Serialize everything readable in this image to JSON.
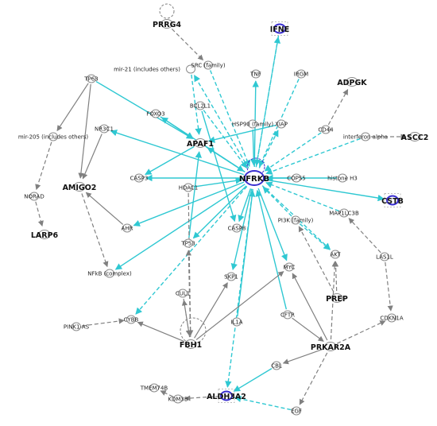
{
  "colors": {
    "cyan": "#2fc8d2",
    "gray": "#808080",
    "node_fill": "#ffffff",
    "node_stroke": "#8c8c8c",
    "highlight": "#3a2fd0"
  },
  "nodes": [
    {
      "id": "PRRG4",
      "label": "PRRG4",
      "bold": true,
      "shape": "blob"
    },
    {
      "id": "IFNE",
      "label": "IFNE",
      "bold": true,
      "shape": "blob",
      "highlight": true
    },
    {
      "id": "mir21",
      "label": "mir-21 (includes others)",
      "shape": "blob"
    },
    {
      "id": "SRC",
      "label": "SRC (family)",
      "shape": "blob"
    },
    {
      "id": "TNF",
      "label": "TNF",
      "shape": "blob"
    },
    {
      "id": "IRGM",
      "label": "IRGM",
      "shape": "blob"
    },
    {
      "id": "TP63",
      "label": "TP63",
      "shape": "blob"
    },
    {
      "id": "ADPGK",
      "label": "ADPGK",
      "bold": true,
      "shape": "blob"
    },
    {
      "id": "BCL2L1",
      "label": "BCL2L1",
      "shape": "blob"
    },
    {
      "id": "FOXO3",
      "label": "FOXO3",
      "shape": "blob"
    },
    {
      "id": "HSP90",
      "label": "HSP90 (family)",
      "shape": "blob"
    },
    {
      "id": "XIAP",
      "label": "XIAP",
      "shape": "blob"
    },
    {
      "id": "CD44",
      "label": "CD44",
      "shape": "blob"
    },
    {
      "id": "NR3C1",
      "label": "NR3C1",
      "shape": "blob"
    },
    {
      "id": "APAF1",
      "label": "APAF1",
      "bold": true,
      "shape": "blob"
    },
    {
      "id": "IFNA",
      "label": "interferon alpha",
      "shape": "blob"
    },
    {
      "id": "ASCC2",
      "label": "ASCC2",
      "bold": true,
      "shape": "blob"
    },
    {
      "id": "mir205",
      "label": "mir-205 (includes others)",
      "shape": "blob"
    },
    {
      "id": "CASP3",
      "label": "CASP3",
      "shape": "blob"
    },
    {
      "id": "NFRKB",
      "label": "NFRKB",
      "bold": true,
      "hub": true,
      "shape": "blob",
      "highlight": true
    },
    {
      "id": "COPS5",
      "label": "COPS5",
      "shape": "blob"
    },
    {
      "id": "HISTH3",
      "label": "histone H3",
      "shape": "blob"
    },
    {
      "id": "AMIGO2",
      "label": "AMIGO2",
      "bold": true,
      "shape": "blob"
    },
    {
      "id": "HDAC1",
      "label": "HDAC1",
      "shape": "blob"
    },
    {
      "id": "CSTB",
      "label": "CSTB",
      "bold": true,
      "shape": "blob",
      "highlight": true
    },
    {
      "id": "NORAD",
      "label": "NORAD",
      "shape": "blob"
    },
    {
      "id": "MAP1LC3B",
      "label": "MAP1LC3B",
      "shape": "blob"
    },
    {
      "id": "AHR",
      "label": "AHR",
      "shape": "blob"
    },
    {
      "id": "PI3K",
      "label": "PI3K (family)",
      "shape": "blob"
    },
    {
      "id": "CASP8",
      "label": "CASP8",
      "shape": "blob"
    },
    {
      "id": "LARP6",
      "label": "LARP6",
      "bold": true,
      "shape": "blob"
    },
    {
      "id": "TP53",
      "label": "TP53",
      "shape": "blob"
    },
    {
      "id": "AKT",
      "label": "AKT",
      "shape": "blob"
    },
    {
      "id": "LAS1L",
      "label": "LAS1L",
      "shape": "blob"
    },
    {
      "id": "NFKB",
      "label": "NFkB (complex)",
      "shape": "blob"
    },
    {
      "id": "MYC",
      "label": "MYC",
      "shape": "blob"
    },
    {
      "id": "SKP1",
      "label": "SKP1",
      "shape": "blob"
    },
    {
      "id": "PREP",
      "label": "PREP",
      "bold": true,
      "shape": "blob"
    },
    {
      "id": "CUL1",
      "label": "CUL1",
      "shape": "blob"
    },
    {
      "id": "PINK1AS",
      "label": "PINK1-AS",
      "shape": "blob"
    },
    {
      "id": "CYBB",
      "label": "CYBB",
      "shape": "blob"
    },
    {
      "id": "CFTR",
      "label": "CFTR",
      "shape": "blob"
    },
    {
      "id": "IL1A",
      "label": "IL1A",
      "shape": "blob"
    },
    {
      "id": "CDKN1A",
      "label": "CDKN1A",
      "shape": "blob"
    },
    {
      "id": "FBH1",
      "label": "FBH1",
      "bold": true,
      "shape": "blob"
    },
    {
      "id": "PRKAR2A",
      "label": "PRKAR2A",
      "bold": true,
      "shape": "blob"
    },
    {
      "id": "CBL",
      "label": "CBL",
      "shape": "blob"
    },
    {
      "id": "TMEM74B",
      "label": "TMEM74B",
      "shape": "blob"
    },
    {
      "id": "KDM3B",
      "label": "KDM3B",
      "shape": "blob"
    },
    {
      "id": "ALDH3A2",
      "label": "ALDH3A2",
      "bold": true,
      "shape": "blob",
      "highlight": true
    },
    {
      "id": "EGF",
      "label": "EGF",
      "shape": "blob"
    }
  ],
  "edges": [
    {
      "s": "NFRKB",
      "t": "IFNE",
      "c": "cyan",
      "d": true
    },
    {
      "s": "IFNE",
      "t": "NFRKB",
      "c": "cyan",
      "d": true
    },
    {
      "s": "NFRKB",
      "t": "TNF",
      "c": "cyan"
    },
    {
      "s": "IRGM",
      "t": "NFRKB",
      "c": "cyan",
      "d": true
    },
    {
      "s": "NFRKB",
      "t": "mir21",
      "c": "cyan",
      "d": true
    },
    {
      "s": "SRC",
      "t": "NFRKB",
      "c": "cyan",
      "d": true
    },
    {
      "s": "BCL2L1",
      "t": "NFRKB",
      "c": "cyan",
      "d": true
    },
    {
      "s": "NFRKB",
      "t": "FOXO3",
      "c": "cyan"
    },
    {
      "s": "HSP90",
      "t": "NFRKB",
      "c": "cyan"
    },
    {
      "s": "NFRKB",
      "t": "XIAP",
      "c": "cyan",
      "d": true
    },
    {
      "s": "CD44",
      "t": "NFRKB",
      "c": "cyan",
      "d": true
    },
    {
      "s": "NFRKB",
      "t": "APAF1",
      "c": "cyan"
    },
    {
      "s": "APAF1",
      "t": "NFRKB",
      "c": "cyan",
      "d": true
    },
    {
      "s": "IFNA",
      "t": "NFRKB",
      "c": "cyan",
      "d": true
    },
    {
      "s": "NFRKB",
      "t": "CASP3",
      "c": "cyan"
    },
    {
      "s": "COPS5",
      "t": "NFRKB",
      "c": "cyan"
    },
    {
      "s": "HISTH3",
      "t": "NFRKB",
      "c": "cyan"
    },
    {
      "s": "NFRKB",
      "t": "NR3C1",
      "c": "cyan"
    },
    {
      "s": "HDAC1",
      "t": "NFRKB",
      "c": "cyan"
    },
    {
      "s": "NFRKB",
      "t": "CSTB",
      "c": "cyan"
    },
    {
      "s": "MAP1LC3B",
      "t": "NFRKB",
      "c": "cyan",
      "d": true
    },
    {
      "s": "NFRKB",
      "t": "AHR",
      "c": "cyan"
    },
    {
      "s": "PI3K",
      "t": "NFRKB",
      "c": "cyan",
      "d": true
    },
    {
      "s": "NFRKB",
      "t": "CASP8",
      "c": "cyan"
    },
    {
      "s": "NFRKB",
      "t": "TP53",
      "c": "cyan"
    },
    {
      "s": "NFRKB",
      "t": "AKT",
      "c": "cyan",
      "d": true
    },
    {
      "s": "NFRKB",
      "t": "NFKB",
      "c": "cyan"
    },
    {
      "s": "NFRKB",
      "t": "MYC",
      "c": "cyan"
    },
    {
      "s": "NFRKB",
      "t": "SKP1",
      "c": "cyan"
    },
    {
      "s": "NFRKB",
      "t": "CYBB",
      "c": "cyan",
      "d": true
    },
    {
      "s": "CFTR",
      "t": "NFRKB",
      "c": "cyan"
    },
    {
      "s": "IL1A",
      "t": "NFRKB",
      "c": "cyan"
    },
    {
      "s": "NFRKB",
      "t": "ALDH3A2",
      "c": "cyan",
      "d": true
    },
    {
      "s": "TP53",
      "t": "APAF1",
      "c": "cyan"
    },
    {
      "s": "FOXO3",
      "t": "APAF1",
      "c": "cyan"
    },
    {
      "s": "XIAP",
      "t": "APAF1",
      "c": "cyan"
    },
    {
      "s": "APAF1",
      "t": "CASP3",
      "c": "cyan"
    },
    {
      "s": "BCL2L1",
      "t": "CASP8",
      "c": "cyan"
    },
    {
      "s": "mir21",
      "t": "APAF1",
      "c": "cyan",
      "d": true
    },
    {
      "s": "TP63",
      "t": "APAF1",
      "c": "cyan"
    },
    {
      "s": "PI3K",
      "t": "AKT",
      "c": "cyan",
      "d": true
    },
    {
      "s": "CBL",
      "t": "ALDH3A2",
      "c": "cyan"
    },
    {
      "s": "EGF",
      "t": "ALDH3A2",
      "c": "cyan",
      "d": true
    },
    {
      "s": "PRRG4",
      "t": "SRC",
      "c": "gray",
      "d": true
    },
    {
      "s": "TP63",
      "t": "mir205",
      "c": "gray"
    },
    {
      "s": "TP63",
      "t": "AMIGO2",
      "c": "gray"
    },
    {
      "s": "NR3C1",
      "t": "AMIGO2",
      "c": "gray"
    },
    {
      "s": "AHR",
      "t": "AMIGO2",
      "c": "gray"
    },
    {
      "s": "AMIGO2",
      "t": "NFKB",
      "c": "gray",
      "d": true
    },
    {
      "s": "mir205",
      "t": "NORAD",
      "c": "gray",
      "d": true
    },
    {
      "s": "NORAD",
      "t": "LARP6",
      "c": "gray",
      "d": true
    },
    {
      "s": "CD44",
      "t": "ADPGK",
      "c": "gray",
      "d": true
    },
    {
      "s": "IFNA",
      "t": "ASCC2",
      "c": "gray",
      "d": true
    },
    {
      "s": "LAS1L",
      "t": "MAP1LC3B",
      "c": "gray",
      "d": true
    },
    {
      "s": "LAS1L",
      "t": "CDKN1A",
      "c": "gray",
      "d": true
    },
    {
      "s": "PREP",
      "t": "AKT",
      "c": "gray",
      "d": true
    },
    {
      "s": "PREP",
      "t": "PI3K",
      "c": "gray",
      "d": true
    },
    {
      "s": "FBH1",
      "t": "MYC",
      "c": "gray"
    },
    {
      "s": "FBH1",
      "t": "SKP1",
      "c": "gray"
    },
    {
      "s": "FBH1",
      "t": "CUL1",
      "c": "gray",
      "d": true
    },
    {
      "s": "CUL1",
      "t": "FBH1",
      "c": "gray",
      "d": true
    },
    {
      "s": "FBH1",
      "t": "TP53",
      "c": "gray",
      "d": true
    },
    {
      "s": "HDAC1",
      "t": "FBH1",
      "c": "gray",
      "d": true
    },
    {
      "s": "FBH1",
      "t": "CYBB",
      "c": "gray"
    },
    {
      "s": "PINK1AS",
      "t": "CYBB",
      "c": "gray",
      "d": true
    },
    {
      "s": "PRKAR2A",
      "t": "MYC",
      "c": "gray"
    },
    {
      "s": "PRKAR2A",
      "t": "CBL",
      "c": "gray"
    },
    {
      "s": "PRKAR2A",
      "t": "AKT",
      "c": "gray",
      "d": true
    },
    {
      "s": "PRKAR2A",
      "t": "CDKN1A",
      "c": "gray",
      "d": true
    },
    {
      "s": "PRKAR2A",
      "t": "EGF",
      "c": "gray",
      "d": true
    },
    {
      "s": "KDM3B",
      "t": "TMEM74B",
      "c": "gray",
      "d": true
    },
    {
      "s": "ALDH3A2",
      "t": "KDM3B",
      "c": "gray",
      "d": true
    },
    {
      "s": "CFTR",
      "t": "PRKAR2A",
      "c": "gray"
    }
  ]
}
